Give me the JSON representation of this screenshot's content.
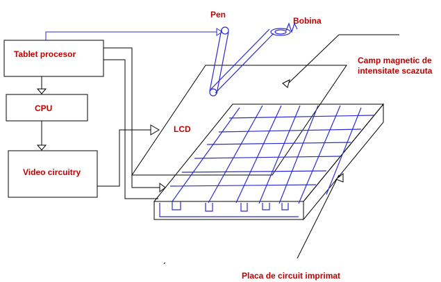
{
  "boxes": {
    "tablet": "Tablet procesor",
    "cpu": "CPU",
    "video": "Video circuitry"
  },
  "labels": {
    "pen": "Pen",
    "coil": "Bobina",
    "field_line1": "Camp magnetic de",
    "field_line2": "intensitate scazuta",
    "lcd": "LCD",
    "pcb": "Placa de circuit imprimat"
  },
  "colors": {
    "label": "#c00000",
    "wire": "#2a2ad0",
    "line": "#000000"
  }
}
